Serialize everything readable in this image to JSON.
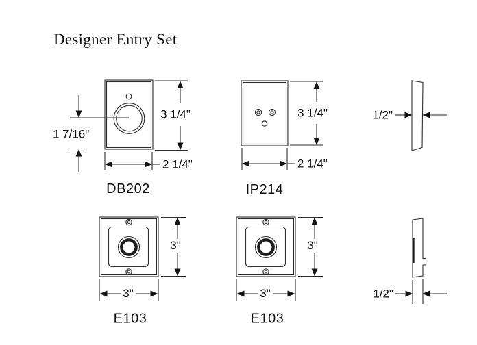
{
  "page": {
    "title": "Designer Entry Set"
  },
  "products": {
    "db202": {
      "label": "DB202",
      "height": "3 1/4\"",
      "width": "2 1/4\"",
      "bore_offset": "1 7/16\""
    },
    "ip214": {
      "label": "IP214",
      "height": "3 1/4\"",
      "width": "2 1/4\""
    },
    "profile_top": {
      "thickness": "1/2\""
    },
    "e103_left": {
      "label": "E103",
      "height": "3\"",
      "width": "3\""
    },
    "e103_right": {
      "label": "E103",
      "height": "3\"",
      "width": "3\""
    },
    "profile_bottom": {
      "thickness": "1/2\""
    }
  }
}
